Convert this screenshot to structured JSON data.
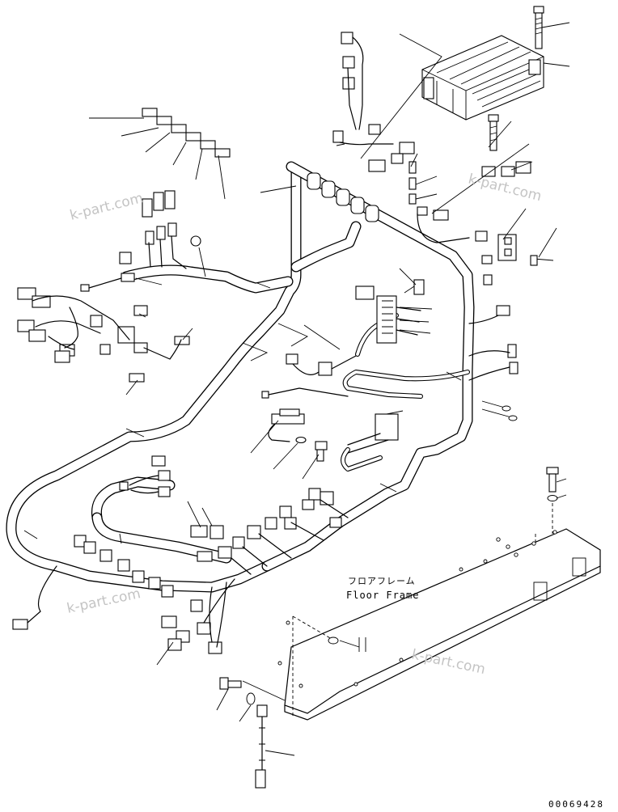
{
  "floor_frame": {
    "label_jp": "フロアフレーム",
    "label_en": "Floor Frame"
  },
  "watermarks": [
    "k-part.com",
    "k-part.com",
    "k-part.com",
    "k-part.com"
  ],
  "document_number": "00069428"
}
